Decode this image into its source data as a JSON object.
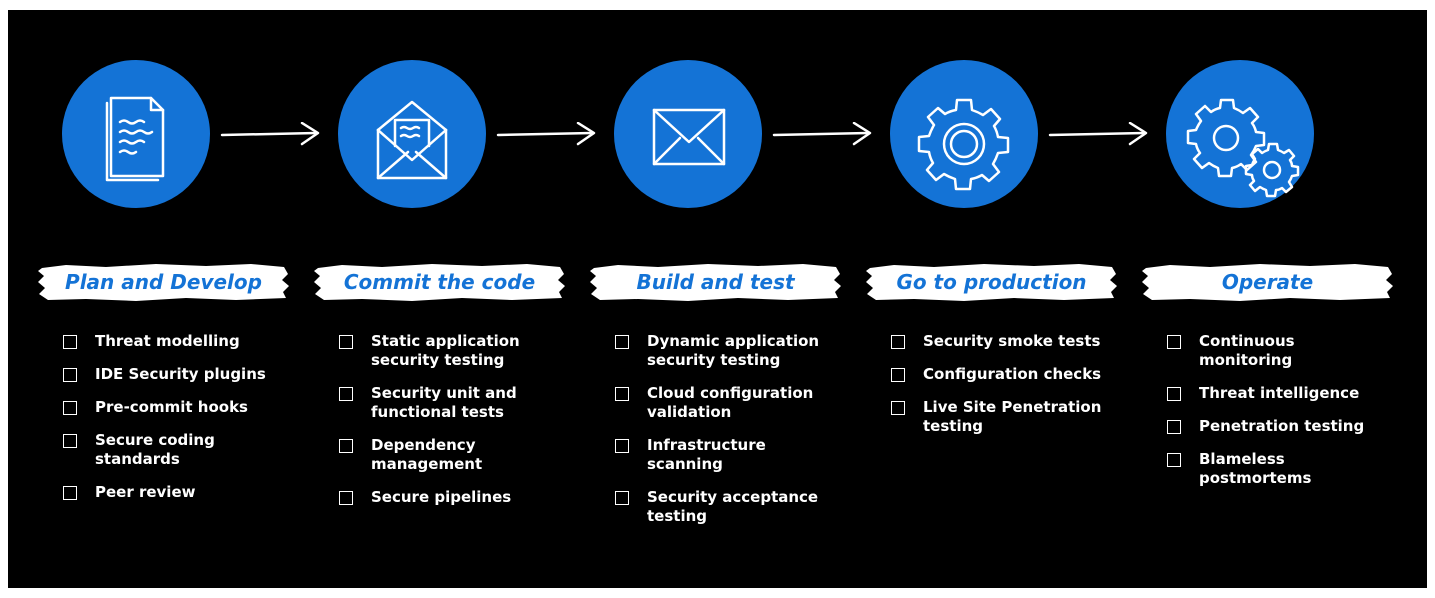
{
  "stages": [
    {
      "label": "Plan and Develop",
      "icon": "document-icon",
      "items": [
        "Threat modelling",
        "IDE Security plugins",
        "Pre-commit hooks",
        "Secure coding standards",
        "Peer review"
      ]
    },
    {
      "label": "Commit the code",
      "icon": "open-envelope-icon",
      "items": [
        "Static application security testing",
        "Security unit and functional tests",
        "Dependency management",
        "Secure pipelines"
      ]
    },
    {
      "label": "Build and test",
      "icon": "envelope-icon",
      "items": [
        "Dynamic application security testing",
        "Cloud configuration validation",
        "Infrastructure scanning",
        "Security acceptance testing"
      ]
    },
    {
      "label": "Go to production",
      "icon": "gear-icon",
      "items": [
        "Security smoke tests",
        "Configuration checks",
        "Live Site Penetration testing"
      ]
    },
    {
      "label": "Operate",
      "icon": "gears-icon",
      "items": [
        "Continuous monitoring",
        "Threat intelligence",
        "Penetration testing",
        "Blameless postmortems"
      ]
    }
  ],
  "colors": {
    "background": "#000000",
    "accent": "#1473d6",
    "text": "#ffffff"
  }
}
